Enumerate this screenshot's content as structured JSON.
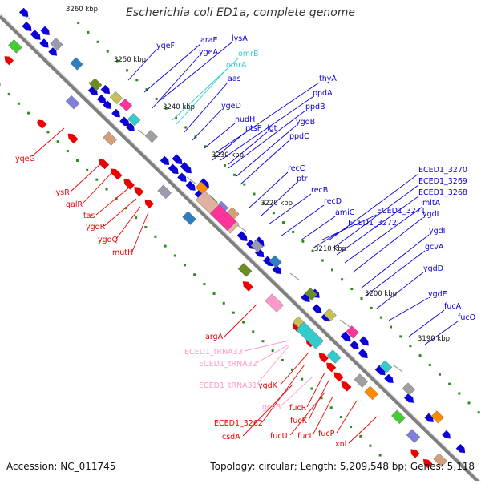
{
  "title": "Escherichia coli ED1a, complete genome",
  "footer": {
    "accession": "Accession: NC_011745",
    "summary": "Topology: circular; Length: 5,209,548 bp; Genes: 5,118"
  },
  "colors": {
    "backbone": "#7f7f7f",
    "forward_gene": "#0b00d8",
    "reverse_gene": "#ee0000",
    "trna": "#ff99cc",
    "ncrna": "#33cccc",
    "tick": "#2e8b22"
  },
  "kbp_ticks": [
    {
      "label": "3260 kbp"
    },
    {
      "label": "3250 kbp"
    },
    {
      "label": "3240 kbp"
    },
    {
      "label": "3230 kbp"
    },
    {
      "label": "3220 kbp"
    },
    {
      "label": "3210 kbp"
    },
    {
      "label": "3200 kbp"
    },
    {
      "label": "3190 kbp"
    }
  ],
  "forward_labels": [
    {
      "text": "yqeF",
      "color": "#0b00d8"
    },
    {
      "text": "araE",
      "color": "#0b00d8"
    },
    {
      "text": "lysA",
      "color": "#0b00d8"
    },
    {
      "text": "ygeA",
      "color": "#0b00d8"
    },
    {
      "text": "omrB",
      "color": "#33cccc"
    },
    {
      "text": "omrA",
      "color": "#33cccc"
    },
    {
      "text": "aas",
      "color": "#0b00d8"
    },
    {
      "text": "ygeD",
      "color": "#0b00d8"
    },
    {
      "text": "thyA",
      "color": "#0b00d8"
    },
    {
      "text": "ppdA",
      "color": "#0b00d8"
    },
    {
      "text": "ppdB",
      "color": "#0b00d8"
    },
    {
      "text": "ygdB",
      "color": "#0b00d8"
    },
    {
      "text": "ppdC",
      "color": "#0b00d8"
    },
    {
      "text": "nudH",
      "color": "#0b00d8"
    },
    {
      "text": "ptsP",
      "color": "#0b00d8"
    },
    {
      "text": "lgt",
      "color": "#0b00d8"
    },
    {
      "text": "recC",
      "color": "#0b00d8"
    },
    {
      "text": "ptr",
      "color": "#0b00d8"
    },
    {
      "text": "recB",
      "color": "#0b00d8"
    },
    {
      "text": "recD",
      "color": "#0b00d8"
    },
    {
      "text": "ECED1_3270",
      "color": "#0b00d8"
    },
    {
      "text": "ECED1_3269",
      "color": "#0b00d8"
    },
    {
      "text": "ECED1_3268",
      "color": "#0b00d8"
    },
    {
      "text": "mltA",
      "color": "#0b00d8"
    },
    {
      "text": "ECED1_3271",
      "color": "#0b00d8"
    },
    {
      "text": "amiC",
      "color": "#0b00d8"
    },
    {
      "text": "ygdL",
      "color": "#0b00d8"
    },
    {
      "text": "ECED1_3272",
      "color": "#0b00d8"
    },
    {
      "text": "ygdI",
      "color": "#0b00d8"
    },
    {
      "text": "gcvA",
      "color": "#0b00d8"
    },
    {
      "text": "ygdD",
      "color": "#0b00d8"
    },
    {
      "text": "ygdE",
      "color": "#0b00d8"
    },
    {
      "text": "fucA",
      "color": "#0b00d8"
    },
    {
      "text": "fucO",
      "color": "#0b00d8"
    }
  ],
  "reverse_labels": [
    {
      "text": "yqeG",
      "color": "#ee0000"
    },
    {
      "text": "lysR",
      "color": "#ee0000"
    },
    {
      "text": "galR",
      "color": "#ee0000"
    },
    {
      "text": "tas",
      "color": "#ee0000"
    },
    {
      "text": "ygdR",
      "color": "#ee0000"
    },
    {
      "text": "ygdQ",
      "color": "#ee0000"
    },
    {
      "text": "mutH",
      "color": "#ee0000"
    },
    {
      "text": "argA",
      "color": "#ee0000"
    },
    {
      "text": "ECED1_tRNA33",
      "color": "#ff99cc"
    },
    {
      "text": "ECED1_tRNA32",
      "color": "#ff99cc"
    },
    {
      "text": "ECED1_tRNA31",
      "color": "#ff99cc"
    },
    {
      "text": "ygdK",
      "color": "#ee0000"
    },
    {
      "text": "gcvB",
      "color": "#ff99cc"
    },
    {
      "text": "fucR",
      "color": "#ee0000"
    },
    {
      "text": "fucK",
      "color": "#ee0000"
    },
    {
      "text": "ECED1_3262",
      "color": "#ee0000"
    },
    {
      "text": "fucU",
      "color": "#ee0000"
    },
    {
      "text": "fucI",
      "color": "#ee0000"
    },
    {
      "text": "fucP",
      "color": "#ee0000"
    },
    {
      "text": "csdA",
      "color": "#ee0000"
    },
    {
      "text": "xni",
      "color": "#ee0000"
    }
  ]
}
